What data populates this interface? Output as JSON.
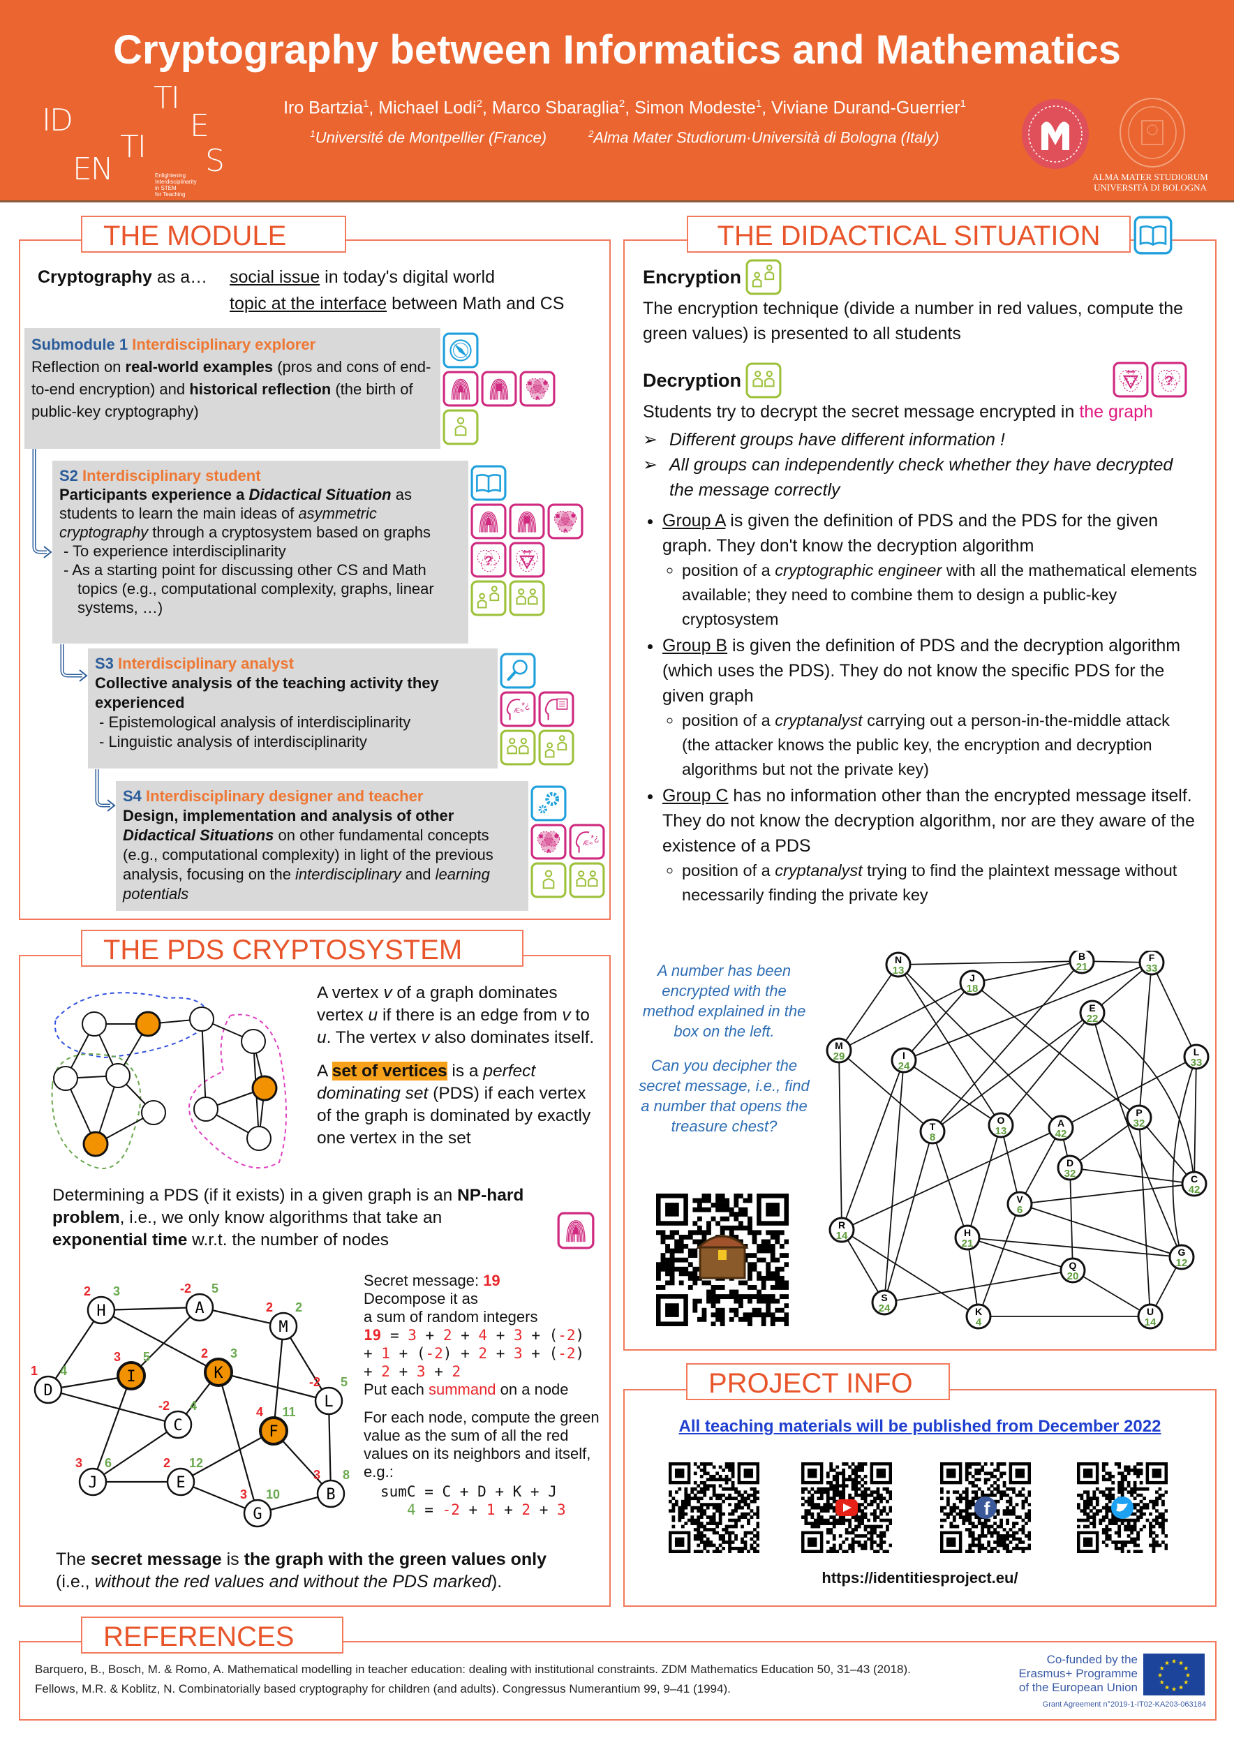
{
  "header": {
    "title": "Cryptography between Informatics and Mathematics",
    "authors": [
      {
        "name": "Iro Bartzia",
        "sup": "1"
      },
      {
        "name": "Michael Lodi",
        "sup": "2"
      },
      {
        "name": "Marco Sbaraglia",
        "sup": "2"
      },
      {
        "name": "Simon Modeste",
        "sup": "1"
      },
      {
        "name": "Viviane Durand-Guerrier",
        "sup": "1"
      }
    ],
    "affiliations": [
      {
        "sup": "1",
        "text": "Université de Montpellier (France)"
      },
      {
        "sup": "2",
        "text": "Alma Mater Studiorum·Università di Bologna (Italy)"
      }
    ],
    "logo": {
      "letters": [
        "ID",
        "EN",
        "TI",
        "TI",
        "E",
        "S"
      ],
      "tagline": [
        "Enlightening",
        "Interdisciplinarity",
        "in STEM",
        "for Teaching"
      ]
    },
    "unibo": [
      "ALMA MATER STUDIORUM",
      "UNIVERSITÀ DI BOLOGNA"
    ],
    "colors": {
      "banner": "#EA6530",
      "montpellier_seal": "#E0505A"
    }
  },
  "module": {
    "title": "THE MODULE",
    "intro_lead": [
      {
        "t": "Cryptography",
        "f": "b"
      },
      {
        "t": " as a…"
      }
    ],
    "intro_items": [
      [
        {
          "t": "social issue",
          "f": "u"
        },
        {
          "t": " in today's digital world"
        }
      ],
      [
        {
          "t": "topic at the interface",
          "f": "u"
        },
        {
          "t": " between Math and CS"
        }
      ]
    ],
    "submodules": [
      {
        "code": "Submodule 1",
        "name": "Interdisciplinary explorer",
        "body": [
          {
            "t": "Reflection on "
          },
          {
            "t": "real-world examples",
            "f": "b"
          },
          {
            "t": " (pros and cons of end-to-end encryption) and "
          },
          {
            "t": "historical reflection",
            "f": "b"
          },
          {
            "t": " (the birth of public-key cryptography)"
          }
        ],
        "bullets": [],
        "icons": [
          [
            "compass"
          ],
          [
            "fingerprint-a",
            "fingerprint-b",
            "venn"
          ],
          [
            "person"
          ]
        ]
      },
      {
        "code": "S2",
        "name": "Interdisciplinary student",
        "body": [
          {
            "t": "Participants experience a ",
            "f": "b"
          },
          {
            "t": "Didactical Situation",
            "f": "b i"
          },
          {
            "t": " as students to learn the main ideas of "
          },
          {
            "t": "asymmetric cryptography",
            "f": "i"
          },
          {
            "t": " through a cryptosystem based on graphs"
          }
        ],
        "bullets": [
          "To experience interdisciplinarity",
          "As a starting point for discussing other CS and Math topics (e.g., computational complexity, graphs, linear systems, …)"
        ],
        "icons": [
          [
            "book"
          ],
          [
            "fingerprint-a",
            "fingerprint-b",
            "venn"
          ],
          [
            "question",
            "triangle"
          ],
          [
            "people-staggered",
            "people-pair"
          ]
        ]
      },
      {
        "code": "S3",
        "name": "Interdisciplinary analyst",
        "body": [
          {
            "t": "Collective analysis of the teaching activity they experienced",
            "f": "b"
          }
        ],
        "bullets": [
          "Epistemological analysis of interdisciplinarity",
          "Linguistic analysis of interdisciplinarity"
        ],
        "icons": [
          [
            "magnifier"
          ],
          [
            "head-symbols",
            "head-book"
          ],
          [
            "people-pair",
            "people-staggered"
          ]
        ]
      },
      {
        "code": "S4",
        "name": "Interdisciplinary designer and teacher",
        "body": [
          {
            "t": "Design, implementation and analysis of other ",
            "f": "b"
          },
          {
            "t": "Didactical Situations",
            "f": "b i"
          },
          {
            "t": " on other fundamental concepts (e.g., computational complexity) in light of the previous analysis, focusing on the "
          },
          {
            "t": "interdisciplinary",
            "f": "i"
          },
          {
            "t": " and "
          },
          {
            "t": "learning potentials",
            "f": "i"
          }
        ],
        "bullets": [],
        "icons": [
          [
            "gear"
          ],
          [
            "venn",
            "head-symbols"
          ],
          [
            "person",
            "people-pair"
          ]
        ]
      }
    ]
  },
  "icon_colors": {
    "blue": "#1FA0DC",
    "magenta": "#CF2A7F",
    "green": "#9DC13B"
  },
  "pds": {
    "title": "THE PDS CRYPTOSYSTEM",
    "definition1": [
      {
        "t": "A vertex "
      },
      {
        "t": "v",
        "f": "i"
      },
      {
        "t": " of a graph dominates vertex "
      },
      {
        "t": "u",
        "f": "i"
      },
      {
        "t": " if there is an edge from "
      },
      {
        "t": "v",
        "f": "i"
      },
      {
        "t": " to "
      },
      {
        "t": "u",
        "f": "i"
      },
      {
        "t": ". The vertex "
      },
      {
        "t": "v",
        "f": "i"
      },
      {
        "t": " also dominates itself."
      }
    ],
    "definition2": [
      {
        "t": "A "
      },
      {
        "t": "set of vertices",
        "f": "hl"
      },
      {
        "t": " is a "
      },
      {
        "t": "perfect",
        "f": "i"
      },
      {
        "t": " "
      },
      {
        "t": "dominating set",
        "f": "i"
      },
      {
        "t": " (PDS) if each vertex of the graph is dominated by exactly one vertex in the set"
      }
    ],
    "nphard": [
      {
        "t": "Determining a PDS (if it exists) in a given graph is an "
      },
      {
        "t": "NP-hard problem",
        "f": "b"
      },
      {
        "t": ", i.e., we only know algorithms that take an "
      },
      {
        "t": "exponential time",
        "f": "b"
      },
      {
        "t": " w.r.t. the number of nodes"
      }
    ],
    "secret_label": "Secret message: ",
    "secret": 19,
    "decompose": [
      "Decompose it as",
      "a sum of random integers"
    ],
    "summands": [
      3,
      2,
      4,
      3,
      -2,
      1,
      -2,
      2,
      3,
      -2,
      2,
      3,
      2
    ],
    "put_each": [
      {
        "t": "Put each "
      },
      {
        "t": "summand",
        "f": "red"
      },
      {
        "t": " on a node"
      }
    ],
    "compute": "For each node, compute the green value as the sum of all the red values on its neighbors and itself, e.g.:",
    "example": {
      "lhs": "sumC",
      "terms": [
        "C",
        "D",
        "K",
        "J"
      ],
      "value": 4,
      "values": [
        -2,
        1,
        2,
        3
      ]
    },
    "conclusion": [
      {
        "t": "The "
      },
      {
        "t": "secret message",
        "f": "b"
      },
      {
        "t": " is "
      },
      {
        "t": "the graph with the green values only",
        "f": "b"
      }
    ],
    "conclusion2": [
      {
        "t": "(i.e., "
      },
      {
        "t": "without the red values and without the PDS marked",
        "f": "i"
      },
      {
        "t": ")."
      }
    ],
    "graph": {
      "nodes": [
        {
          "id": "H",
          "red": 2,
          "green": 3,
          "pds": false
        },
        {
          "id": "A",
          "red": -2,
          "green": 5,
          "pds": false
        },
        {
          "id": "M",
          "red": 2,
          "green": 2,
          "pds": false
        },
        {
          "id": "D",
          "red": 1,
          "green": 4,
          "pds": false
        },
        {
          "id": "I",
          "red": 3,
          "green": 5,
          "pds": true
        },
        {
          "id": "K",
          "red": 2,
          "green": 3,
          "pds": true
        },
        {
          "id": "L",
          "red": -2,
          "green": 5,
          "pds": false
        },
        {
          "id": "C",
          "red": -2,
          "green": 4,
          "pds": false
        },
        {
          "id": "F",
          "red": 4,
          "green": 11,
          "pds": true
        },
        {
          "id": "J",
          "red": 3,
          "green": 6,
          "pds": false
        },
        {
          "id": "E",
          "red": 2,
          "green": 12,
          "pds": false
        },
        {
          "id": "G",
          "red": 3,
          "green": 10,
          "pds": false
        },
        {
          "id": "B",
          "red": 3,
          "green": 8,
          "pds": false
        }
      ],
      "edges": [
        [
          "H",
          "A"
        ],
        [
          "A",
          "M"
        ],
        [
          "H",
          "D"
        ],
        [
          "H",
          "K"
        ],
        [
          "A",
          "I"
        ],
        [
          "D",
          "I"
        ],
        [
          "D",
          "C"
        ],
        [
          "K",
          "C"
        ],
        [
          "K",
          "L"
        ],
        [
          "K",
          "G"
        ],
        [
          "M",
          "F"
        ],
        [
          "M",
          "L"
        ],
        [
          "L",
          "B"
        ],
        [
          "C",
          "J"
        ],
        [
          "I",
          "J"
        ],
        [
          "J",
          "E"
        ],
        [
          "E",
          "F"
        ],
        [
          "F",
          "B"
        ],
        [
          "E",
          "G"
        ],
        [
          "G",
          "B"
        ]
      ],
      "colors": {
        "pds": "#F39200",
        "red": "#E8262A",
        "green": "#6AA84F"
      }
    }
  },
  "didactical": {
    "title": "THE DIDACTICAL SITUATION",
    "title_icon": "book",
    "encryption_title": "Encryption",
    "encryption_icon": "people-staggered",
    "encryption_text": "The encryption technique (divide a number in red values, compute the green values) is presented to all students",
    "decryption_title": "Decryption",
    "decryption_icon": "people-pair",
    "decryption_icons": [
      "triangle",
      "question"
    ],
    "decryption_text": [
      {
        "t": "Students try to decrypt the secret message encrypted in "
      },
      {
        "t": "the graph",
        "f": "mag"
      }
    ],
    "notes": [
      "Different groups have different information !",
      "All groups can independently check whether they have decrypted the message correctly"
    ],
    "groups": [
      {
        "text": [
          {
            "t": "Group A",
            "f": "u"
          },
          {
            "t": " is given the definition of PDS and the PDS for the given graph. They don't know the decryption algorithm"
          }
        ],
        "sub": [
          {
            "t": "position of a "
          },
          {
            "t": "cryptographic engineer",
            "f": "i"
          },
          {
            "t": " with all the mathematical elements available; they need to combine them to design a public-key cryptosystem"
          }
        ]
      },
      {
        "text": [
          {
            "t": "Group B",
            "f": "u"
          },
          {
            "t": " is given the definition of PDS and the decryption algorithm (which uses the PDS). They do not know the specific PDS for the given graph"
          }
        ],
        "sub": [
          {
            "t": "position of a "
          },
          {
            "t": "cryptanalyst",
            "f": "i"
          },
          {
            "t": " carrying out a person-in-the-middle attack (the attacker knows the public key, the encryption and decryption algorithms but not the private key)"
          }
        ]
      },
      {
        "text": [
          {
            "t": "Group C",
            "f": "u"
          },
          {
            "t": " has no information other than the encrypted message itself. They do not know the decryption algorithm, nor are they aware of the existence of a PDS"
          }
        ],
        "sub": [
          {
            "t": "position of a "
          },
          {
            "t": "cryptanalyst",
            "f": "i"
          },
          {
            "t": " trying to find the plaintext message without necessarily finding the private key"
          }
        ]
      }
    ],
    "teaser1": "A number has been encrypted with the method explained in the box on the left.",
    "teaser2": "Can you decipher the secret message, i.e., find a number that opens the treasure chest?",
    "qr_overlay": "treasure-chest",
    "graph": {
      "nodes": [
        {
          "id": "N",
          "value": 13
        },
        {
          "id": "B",
          "value": 21
        },
        {
          "id": "F",
          "value": 33
        },
        {
          "id": "J",
          "value": 18
        },
        {
          "id": "E",
          "value": 22
        },
        {
          "id": "M",
          "value": 29
        },
        {
          "id": "I",
          "value": 24
        },
        {
          "id": "L",
          "value": 33
        },
        {
          "id": "P",
          "value": 32
        },
        {
          "id": "O",
          "value": 13
        },
        {
          "id": "T",
          "value": 8
        },
        {
          "id": "A",
          "value": 42
        },
        {
          "id": "D",
          "value": 32
        },
        {
          "id": "C",
          "value": 42
        },
        {
          "id": "V",
          "value": 6
        },
        {
          "id": "R",
          "value": 14
        },
        {
          "id": "H",
          "value": 21
        },
        {
          "id": "G",
          "value": 12
        },
        {
          "id": "Q",
          "value": 20
        },
        {
          "id": "S",
          "value": 24
        },
        {
          "id": "K",
          "value": 4
        },
        {
          "id": "U",
          "value": 14
        }
      ],
      "edges": [
        [
          "N",
          "B"
        ],
        [
          "B",
          "F"
        ],
        [
          "N",
          "M"
        ],
        [
          "N",
          "O"
        ],
        [
          "N",
          "A"
        ],
        [
          "J",
          "B"
        ],
        [
          "J",
          "M"
        ],
        [
          "J",
          "I"
        ],
        [
          "J",
          "P"
        ],
        [
          "B",
          "T"
        ],
        [
          "F",
          "I"
        ],
        [
          "F",
          "E"
        ],
        [
          "F",
          "P"
        ],
        [
          "F",
          "L"
        ],
        [
          "E",
          "T"
        ],
        [
          "E",
          "O"
        ],
        [
          "E",
          "G"
        ],
        [
          "E",
          "C"
        ],
        [
          "M",
          "T"
        ],
        [
          "M",
          "R"
        ],
        [
          "I",
          "O"
        ],
        [
          "I",
          "R"
        ],
        [
          "I",
          "S"
        ],
        [
          "L",
          "A"
        ],
        [
          "L",
          "C"
        ],
        [
          "L",
          "G"
        ],
        [
          "P",
          "D"
        ],
        [
          "P",
          "C"
        ],
        [
          "P",
          "U"
        ],
        [
          "T",
          "H"
        ],
        [
          "T",
          "S"
        ],
        [
          "O",
          "H"
        ],
        [
          "O",
          "V"
        ],
        [
          "A",
          "R"
        ],
        [
          "A",
          "D"
        ],
        [
          "A",
          "V"
        ],
        [
          "D",
          "C"
        ],
        [
          "D",
          "Q"
        ],
        [
          "C",
          "V"
        ],
        [
          "V",
          "G"
        ],
        [
          "V",
          "K"
        ],
        [
          "H",
          "G"
        ],
        [
          "H",
          "Q"
        ],
        [
          "H",
          "K"
        ],
        [
          "R",
          "S"
        ],
        [
          "R",
          "K"
        ],
        [
          "Q",
          "S"
        ],
        [
          "Q",
          "U"
        ],
        [
          "G",
          "U"
        ],
        [
          "K",
          "U"
        ]
      ]
    }
  },
  "project": {
    "title": "PROJECT INFO",
    "link": "All teaching materials will be published from December 2022",
    "qr_overlays": [
      "none",
      "youtube",
      "facebook",
      "twitter"
    ],
    "url": "https://identitiesproject.eu/"
  },
  "references": {
    "title": "REFERENCES",
    "items": [
      "Barquero, B., Bosch, M. & Romo, A. Mathematical modelling in teacher education: dealing with institutional constraints. ZDM Mathematics Education 50, 31–43 (2018).",
      "Fellows, M.R. & Koblitz, N. Combinatorially based cryptography for children (and adults). Congressus Numerantium 99, 9–41 (1994)."
    ],
    "erasmus": [
      "Co-funded by the",
      "Erasmus+ Programme",
      "of the European Union"
    ],
    "grant": "Grant Agreement n°2019-1-IT02-KA203-063184",
    "eu_flag_colors": {
      "blue": "#1C449B",
      "stars": "#FFDD00"
    }
  }
}
